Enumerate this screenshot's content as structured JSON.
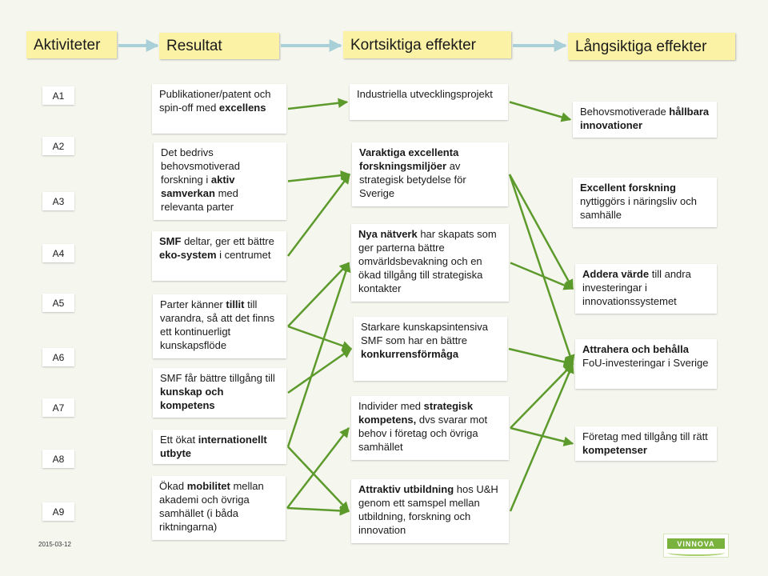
{
  "headers": {
    "aktiviteter": "Aktiviteter",
    "resultat": "Resultat",
    "kortsiktiga": "Kortsiktiga effekter",
    "langsiktiga": "Långsiktiga effekter"
  },
  "activities": [
    "A1",
    "A2",
    "A3",
    "A4",
    "A5",
    "A6",
    "A7",
    "A8",
    "A9"
  ],
  "results": [
    [
      {
        "t": "Publikationer/patent och spin-off med "
      },
      {
        "t": "excellens",
        "b": true
      }
    ],
    [
      {
        "t": "Det bedrivs behovsmotiverad forskning i "
      },
      {
        "t": "aktiv samverkan",
        "b": true
      },
      {
        "t": " med relevanta parter"
      }
    ],
    [
      {
        "t": "SMF",
        "b": true
      },
      {
        "t": " deltar, ger ett bättre "
      },
      {
        "t": "eko-system",
        "b": true
      },
      {
        "t": " i centrumet"
      }
    ],
    [
      {
        "t": "Parter känner "
      },
      {
        "t": "tillit",
        "b": true
      },
      {
        "t": " till varandra, så att det finns ett kontinuerligt kunskapsflöde"
      }
    ],
    [
      {
        "t": "SMF får bättre tillgång till "
      },
      {
        "t": "kunskap och kompetens",
        "b": true
      }
    ],
    [
      {
        "t": "Ett ökat "
      },
      {
        "t": "internationellt utbyte",
        "b": true
      }
    ],
    [
      {
        "t": "Ökad "
      },
      {
        "t": "mobilitet",
        "b": true
      },
      {
        "t": " mellan akademi och övriga samhället  (i båda riktningarna)"
      }
    ]
  ],
  "short_term": [
    [
      {
        "t": "Industriella utvecklingsprojekt"
      }
    ],
    [
      {
        "t": "Varaktiga excellenta forskningsmiljöer",
        "b": true
      },
      {
        "t": " av strategisk betydelse för Sverige"
      }
    ],
    [
      {
        "t": "Nya nätverk",
        "b": true
      },
      {
        "t": " har skapats som ger parterna bättre omvärldsbevakning och en ökad tillgång till strategiska kontakter"
      }
    ],
    [
      {
        "t": "Starkare kunskapsintensiva SMF som har en bättre "
      },
      {
        "t": "konkurrensförmåga",
        "b": true
      }
    ],
    [
      {
        "t": "Individer med "
      },
      {
        "t": "strategisk kompetens,",
        "b": true
      },
      {
        "t": " dvs svarar mot behov i företag och övriga samhället"
      }
    ],
    [
      {
        "t": "Attraktiv utbildning",
        "b": true
      },
      {
        "t": " hos U&H genom ett samspel mellan utbildning, forskning och innovation"
      }
    ]
  ],
  "long_term": [
    [
      {
        "t": "Behovsmotiverade "
      },
      {
        "t": "hållbara innovationer",
        "b": true
      }
    ],
    [
      {
        "t": "Excellent forskning",
        "b": true
      },
      {
        "t": " nyttiggörs i näringsliv och samhälle"
      }
    ],
    [
      {
        "t": "Addera värde",
        "b": true
      },
      {
        "t": " till andra investeringar i innovationssystemet"
      }
    ],
    [
      {
        "t": "Attrahera och behålla",
        "b": true
      },
      {
        "t": " FoU-investeringar i Sverige"
      }
    ],
    [
      {
        "t": "Företag med tillgång till rätt "
      },
      {
        "t": "kompetenser",
        "b": true
      }
    ]
  ],
  "footer": {
    "date": "2015-03-12",
    "logo": "VINNOVA"
  },
  "colors": {
    "arrow": "#5c9a2c",
    "header_arrow": "#a9cfd8",
    "header_bg": "#fbf2a6",
    "background": "#f5f6ee"
  },
  "arrows": [
    {
      "from": "result-1",
      "to": "short-1"
    },
    {
      "from": "result-2",
      "to": "short-2"
    },
    {
      "from": "result-3",
      "to": "short-2"
    },
    {
      "from": "result-4",
      "to": "short-3"
    },
    {
      "from": "result-4",
      "to": "short-4"
    },
    {
      "from": "result-5",
      "to": "short-4"
    },
    {
      "from": "result-6",
      "to": "short-3"
    },
    {
      "from": "result-6",
      "to": "short-6"
    },
    {
      "from": "result-7",
      "to": "short-5"
    },
    {
      "from": "result-7",
      "to": "short-6"
    },
    {
      "from": "short-1",
      "to": "long-1"
    },
    {
      "from": "short-2",
      "to": "long-3"
    },
    {
      "from": "short-2",
      "to": "long-4"
    },
    {
      "from": "short-3",
      "to": "long-3"
    },
    {
      "from": "short-4",
      "to": "long-4"
    },
    {
      "from": "short-5",
      "to": "long-4"
    },
    {
      "from": "short-5",
      "to": "long-5"
    },
    {
      "from": "short-6",
      "to": "long-4"
    }
  ]
}
